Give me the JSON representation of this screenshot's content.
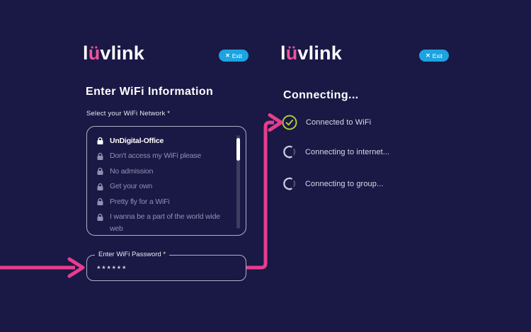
{
  "colors": {
    "background": "#1a1845",
    "arrow_pink": "#e63d8d",
    "logo_pink": "#f0539c",
    "exit_blue": "#1ba3e2",
    "success_green": "#b2cb38",
    "muted_text": "#8f92b3",
    "status_text": "#d9dbe7",
    "white": "#ffffff"
  },
  "icons": {
    "close": "✕"
  },
  "logo": {
    "prefix": "l",
    "accent_char": "ü",
    "suffix": "vlink"
  },
  "left_panel": {
    "exit_label": "Exit",
    "title": "Enter WiFi Information",
    "network_label": "Select your WiFi Network *",
    "networks": [
      {
        "name": "UnDigital-Office",
        "selected": true
      },
      {
        "name": "Don't access my WiFi please",
        "selected": false
      },
      {
        "name": "No admission",
        "selected": false
      },
      {
        "name": "Get your own",
        "selected": false
      },
      {
        "name": "Pretty fly for a WiFi",
        "selected": false
      },
      {
        "name": "I wanna be a part of the world wide web",
        "selected": false
      }
    ],
    "password_label": "Enter WiFi Password *",
    "password_value": "******"
  },
  "right_panel": {
    "exit_label": "Exit",
    "title": "Connecting...",
    "statuses": [
      {
        "label": "Connected to WiFi",
        "state": "done"
      },
      {
        "label": "Connecting to internet...",
        "state": "loading"
      },
      {
        "label": "Connecting to group...",
        "state": "loading"
      }
    ]
  }
}
